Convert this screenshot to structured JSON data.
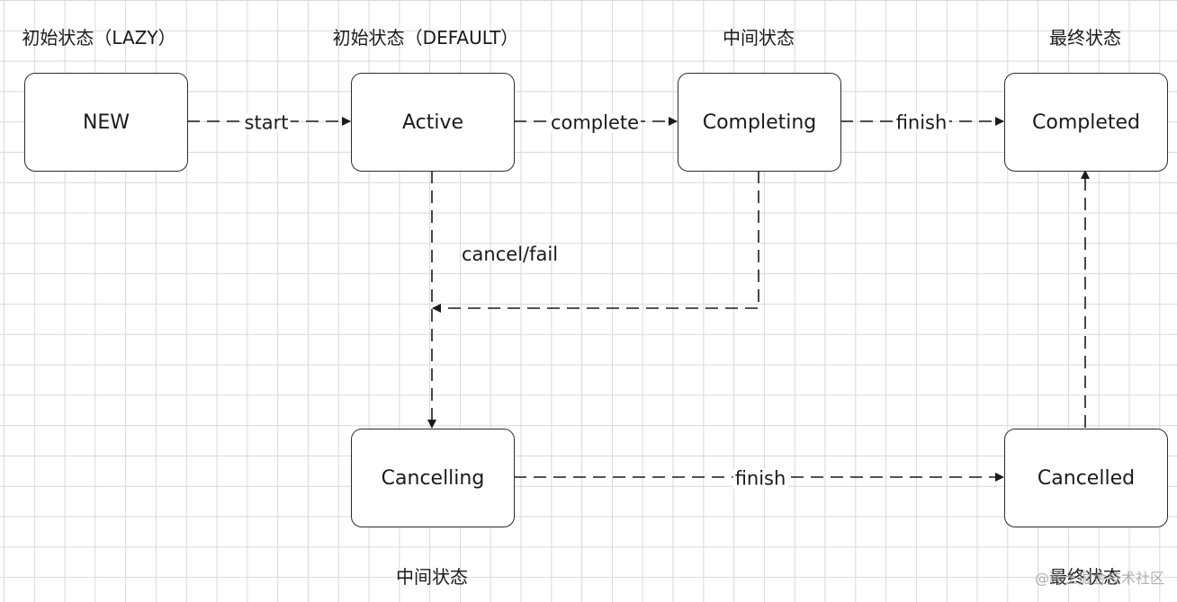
{
  "colors": {
    "stroke": "#1a1a1a",
    "grid": "#d9d9d9",
    "background": "#ffffff"
  },
  "phase_labels": {
    "lazy_initial": "初始状态（LAZY）",
    "default_initial": "初始状态（DEFAULT）",
    "intermediate_top": "中间状态",
    "final_top": "最终状态",
    "intermediate_bottom": "中间状态",
    "final_bottom": "最终状态"
  },
  "states": {
    "new": "NEW",
    "active": "Active",
    "completing": "Completing",
    "completed": "Completed",
    "cancelling": "Cancelling",
    "cancelled": "Cancelled"
  },
  "transitions": {
    "start": "start",
    "complete": "complete",
    "finish_top": "finish",
    "cancel_fail": "cancel/fail",
    "finish_bottom": "finish"
  },
  "watermark": "@稀土掘金技术社区"
}
